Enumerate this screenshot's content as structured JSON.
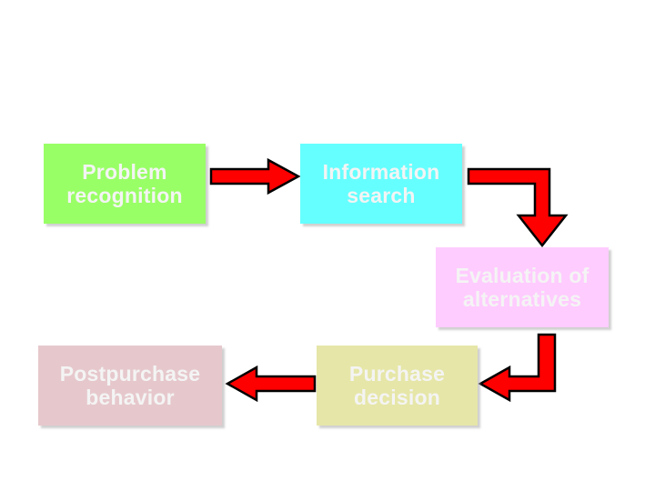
{
  "steps": [
    {
      "name": "box-problem-recognition",
      "line1": "Problem",
      "line2": "recognition",
      "color": "#99ff66"
    },
    {
      "name": "box-information-search",
      "line1": "Information",
      "line2": "search",
      "color": "#66ffff"
    },
    {
      "name": "box-evaluation-of-alternatives",
      "line1": "Evaluation of",
      "line2": "alternatives",
      "color": "#ffccff"
    },
    {
      "name": "box-purchase-decision",
      "line1": "Purchase",
      "line2": "decision",
      "color": "#e6e6a8"
    },
    {
      "name": "box-postpurchase-behavior",
      "line1": "Postpurchase",
      "line2": "behavior",
      "color": "#e6c8cc"
    }
  ],
  "colors": {
    "arrow_fill": "#ff0000",
    "arrow_stroke": "#000000",
    "text": "#f4f4f4"
  }
}
